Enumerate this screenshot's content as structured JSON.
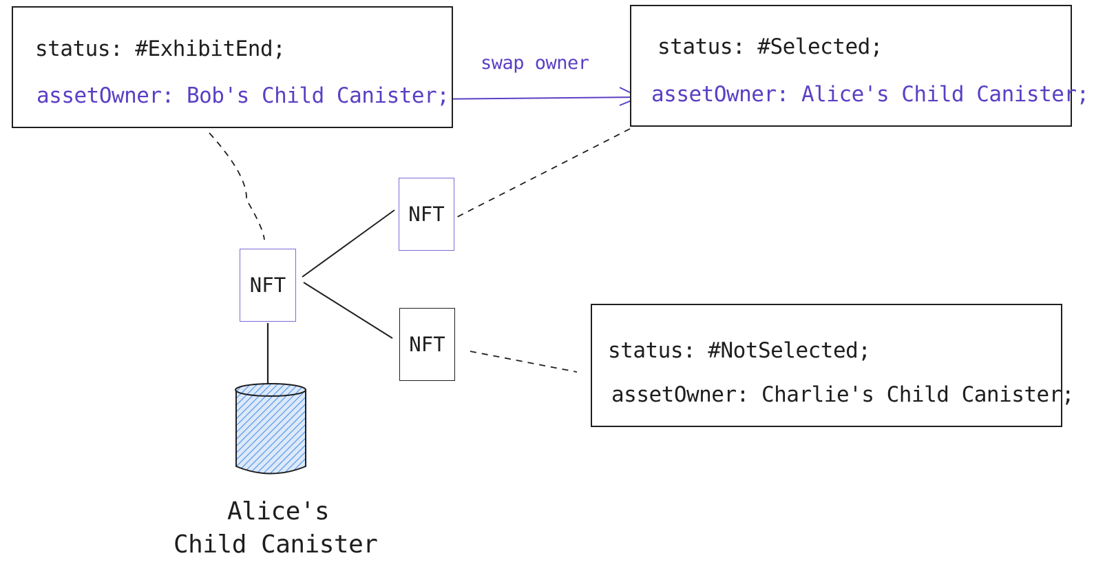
{
  "boxes": {
    "bob": {
      "status": "status: #ExhibitEnd;",
      "owner": "assetOwner: Bob's Child Canister;"
    },
    "alice": {
      "status": "status: #Selected;",
      "owner": "assetOwner: Alice's Child Canister;"
    },
    "charlie": {
      "status": "status: #NotSelected;",
      "owner": "assetOwner: Charlie's Child Canister;"
    }
  },
  "swap_label": "swap owner",
  "nft_label": "NFT",
  "canister": {
    "line1": "Alice's",
    "line2": "Child Canister"
  },
  "colors": {
    "accent": "#5b3fc4",
    "stroke": "#1e1e1e",
    "cylinder_fill": "#4a90e2"
  }
}
